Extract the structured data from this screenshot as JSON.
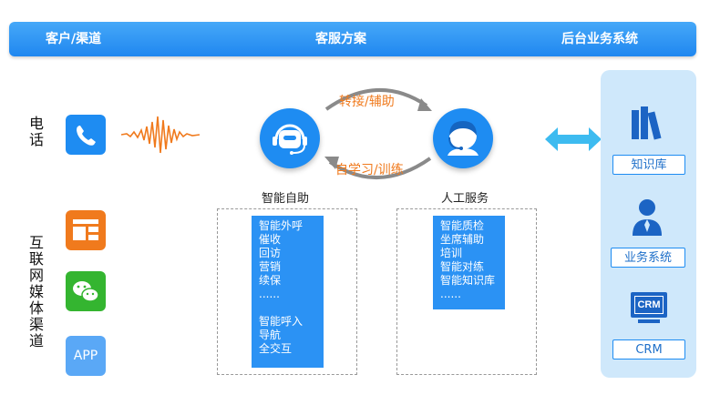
{
  "header": {
    "left": "客户/渠道",
    "center": "客服方案",
    "right": "后台业务系统"
  },
  "channels": {
    "phone_label": "电话",
    "internet_label": "互联网媒体渠道",
    "app_label": "APP"
  },
  "center": {
    "self_service_label": "智能自助",
    "human_service_label": "人工服务",
    "flow_top": "转接/辅助",
    "flow_bottom": "自学习/训练",
    "self_service_items": [
      "智能外呼",
      "催收",
      "回访",
      "营销",
      "续保",
      "......",
      "",
      "智能呼入",
      "导航",
      "全交互"
    ],
    "human_service_items": [
      "智能质检",
      "坐席辅助",
      "培训",
      "智能对练",
      "智能知识库",
      "......"
    ]
  },
  "backend": {
    "knowledge_base": "知识库",
    "business_system": "业务系统",
    "crm": "CRM",
    "crm_icon_text": "CRM"
  },
  "colors": {
    "brand_blue": "#1e8cf2",
    "accent_orange": "#f07a1d",
    "panel_blue": "#cfe8fb"
  }
}
